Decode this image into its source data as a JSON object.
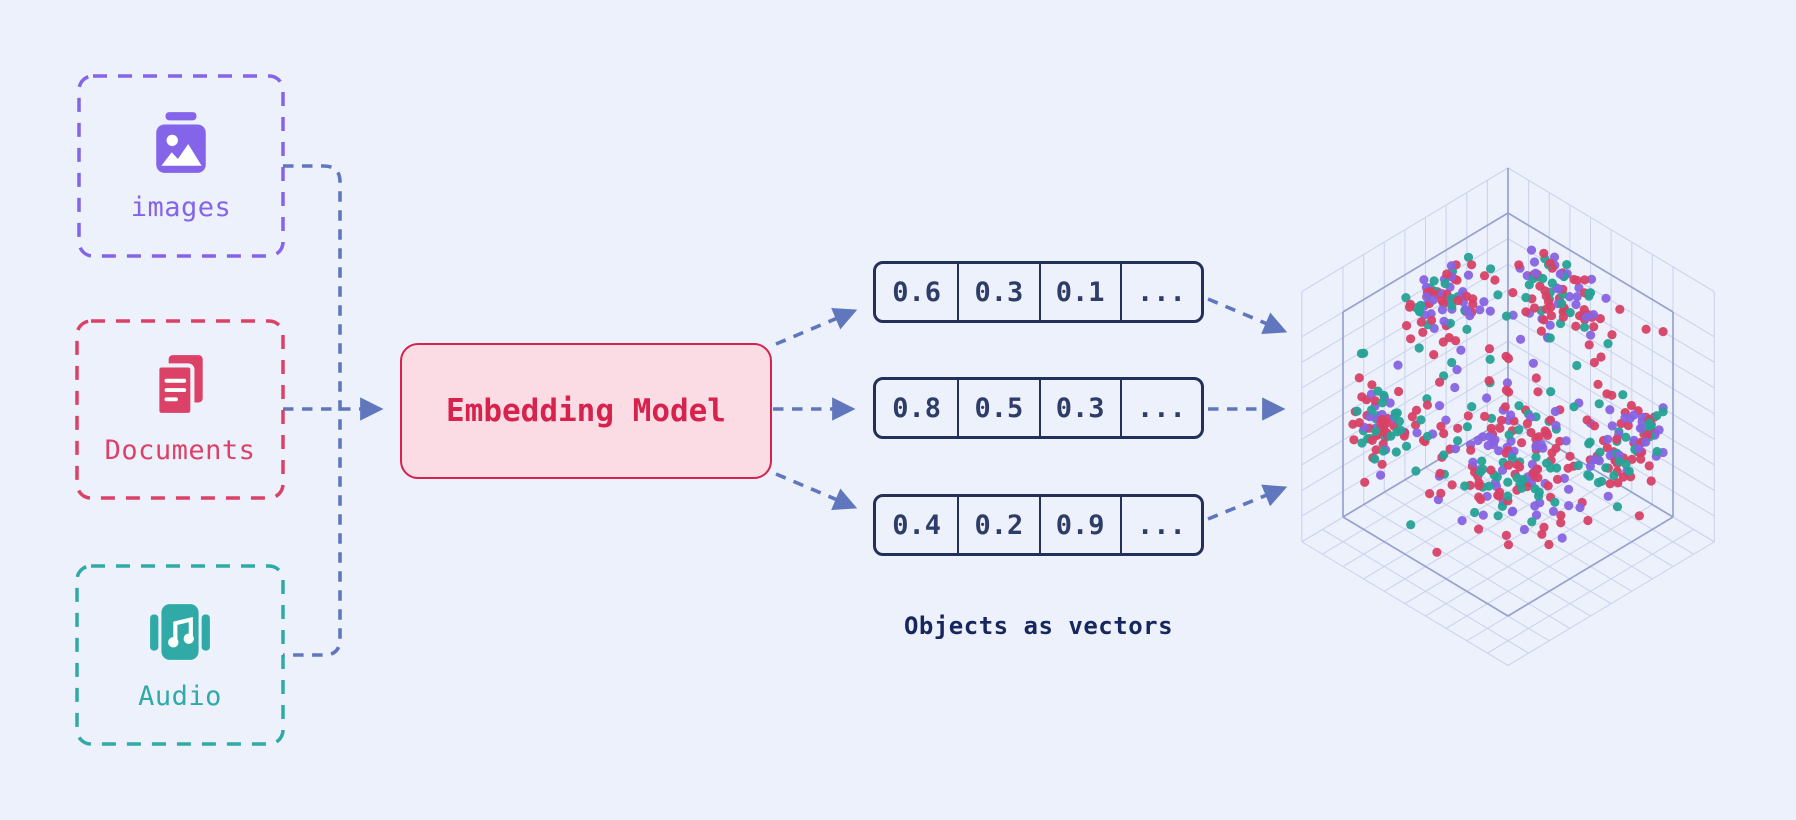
{
  "canvas": {
    "background": "#edf1fb"
  },
  "sources": [
    {
      "id": "images",
      "label": "images",
      "color": "#8464e8",
      "icon": "image-icon"
    },
    {
      "id": "documents",
      "label": "Documents",
      "color": "#dc4168",
      "icon": "documents-icon"
    },
    {
      "id": "audio",
      "label": "Audio",
      "color": "#2faaa6",
      "icon": "audio-icon"
    }
  ],
  "model": {
    "label": "Embedding Model",
    "fill": "#fbdce4",
    "border_color": "#d6224c",
    "text_color": "#d6224c"
  },
  "vectors": {
    "rows": [
      [
        "0.6",
        "0.3",
        "0.1",
        "..."
      ],
      [
        "0.8",
        "0.5",
        "0.3",
        "..."
      ],
      [
        "0.4",
        "0.2",
        "0.9",
        "..."
      ]
    ],
    "border_color": "#22305a",
    "text_color": "#2e3c68"
  },
  "caption": {
    "label": "Objects as vectors",
    "color": "#17265c"
  },
  "connectors": {
    "color": "#6177bd"
  },
  "scatter_plot": {
    "type": "scatter3d-illustration",
    "grid_light": "#ccd4ee",
    "grid_dark": "#97a2cf",
    "point_colors": {
      "red": "#d84166",
      "purple": "#8763e2",
      "teal": "#27a296"
    },
    "color_weights": {
      "red": 0.45,
      "purple": 0.27,
      "teal": 0.28
    },
    "point_radius": 4.6,
    "seed": 42,
    "grid_divisions": 8,
    "clusters": [
      {
        "u": 0.46,
        "v": 0.08,
        "w": 0.85,
        "spread": 0.1,
        "count": 78
      },
      {
        "u": 0.09,
        "v": 0.4,
        "w": 0.85,
        "spread": 0.1,
        "count": 78
      },
      {
        "u": 0.94,
        "v": 0.16,
        "w": 0.5,
        "spread": 0.1,
        "count": 72
      },
      {
        "u": 0.57,
        "v": 0.61,
        "w": 0.33,
        "spread": 0.17,
        "count": 150
      },
      {
        "u": 0.2,
        "v": 1.0,
        "w": 0.45,
        "spread": 0.11,
        "count": 82
      }
    ],
    "background_points": 110
  }
}
